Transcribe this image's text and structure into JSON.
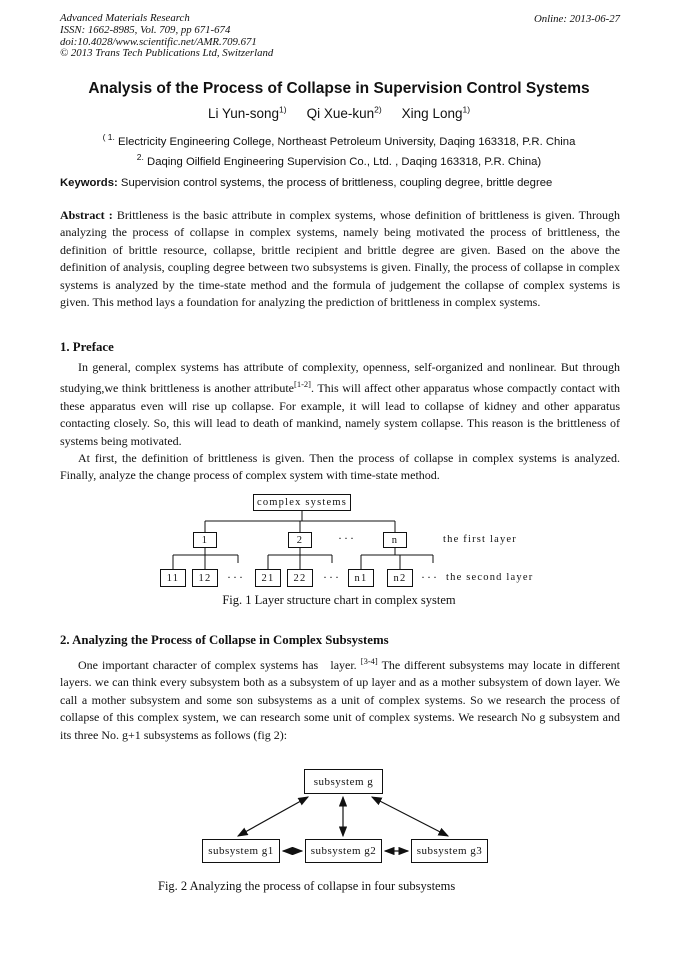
{
  "header": {
    "journal": "Advanced Materials Research",
    "issn_line": "ISSN: 1662-8985, Vol. 709, pp 671-674",
    "doi_line": "doi:10.4028/www.scientific.net/AMR.709.671",
    "copyright_line": "© 2013 Trans Tech Publications Ltd, Switzerland",
    "online_date": "Online: 2013-06-27"
  },
  "title": "Analysis of the Process of Collapse in Supervision Control Systems",
  "authors": {
    "a1": {
      "name": "Li Yun-song",
      "sup": "1)"
    },
    "a2": {
      "name": "Qi Xue-kun",
      "sup": "2)"
    },
    "a3": {
      "name": "Xing Long",
      "sup": "1)"
    }
  },
  "affiliations": {
    "line1_sup": "( 1.",
    "line1_text": " Electricity Engineering College, Northeast Petroleum University, Daqing 163318, P.R. China",
    "line2_sup": "2.",
    "line2_text": " Daqing Oilfield Engineering Supervision Co., Ltd. , Daqing 163318, P.R. China)"
  },
  "keywords": {
    "label": "Keywords:",
    "text": " Supervision control systems, the process of brittleness, coupling degree, brittle degree"
  },
  "abstract": {
    "label": "Abstract :",
    "text": " Brittleness is the basic attribute in complex systems, whose definition of brittleness is given. Through analyzing the process of collapse in complex systems, namely being motivated the process of brittleness, the definition of brittle resource, collapse, brittle recipient and brittle degree are given. Based on the above the definition of analysis, coupling degree between two subsystems is given. Finally, the process of collapse in complex systems is analyzed by the time-state method and the formula of judgement the collapse of complex systems is given. This method lays a foundation for analyzing the prediction of brittleness in complex systems."
  },
  "section1": {
    "heading": "1. Preface",
    "p1_pre": "In general, complex systems has attribute of complexity, openness, self-organized and nonlinear. But through studying,we think brittleness is another attribute",
    "p1_cite": "[1-2]",
    "p1_post": ". This will affect other apparatus whose compactly contact with these apparatus even will rise up collapse. For example, it will lead to collapse of kidney and other apparatus contacting closely. So, this will lead to death of mankind, namely system collapse. This reason is the brittleness of systems being motivated.",
    "p2": "At first, the definition of brittleness is given. Then the process of collapse in complex systems is analyzed. Finally, analyze the change process of complex system with time-state method."
  },
  "section2": {
    "heading": "2. Analyzing the Process of Collapse in Complex Subsystems",
    "p1_pre": "One important character of complex systems has   layer. ",
    "p1_cite": "[3-4]",
    "p1_post": " The different subsystems may locate in different layers. we can think every subsystem both as a subsystem of up layer and as a mother subsystem of down layer. We call a mother subsystem and some son subsystems as a unit of complex systems. So we research the process of collapse of this complex system, we can research some unit of complex systems. We research No g subsystem and its three No. g+1 subsystems as follows (fig 2):"
  },
  "figure1": {
    "root": "complex systems",
    "l1_1": "1",
    "l1_2": "2",
    "l1_n": "n",
    "l2_11": "11",
    "l2_12": "12",
    "l2_21": "21",
    "l2_22": "22",
    "l2_n1": "n1",
    "l2_n2": "n2",
    "dots": "···",
    "label_first": "the first layer",
    "label_second": "the second layer",
    "caption": "Fig. 1 Layer structure chart in complex system"
  },
  "figure2": {
    "top": "subsystem g",
    "b1": "subsystem g1",
    "b2": "subsystem g2",
    "b3": "subsystem g3",
    "caption": "Fig. 2 Analyzing the process of collapse in four subsystems"
  }
}
